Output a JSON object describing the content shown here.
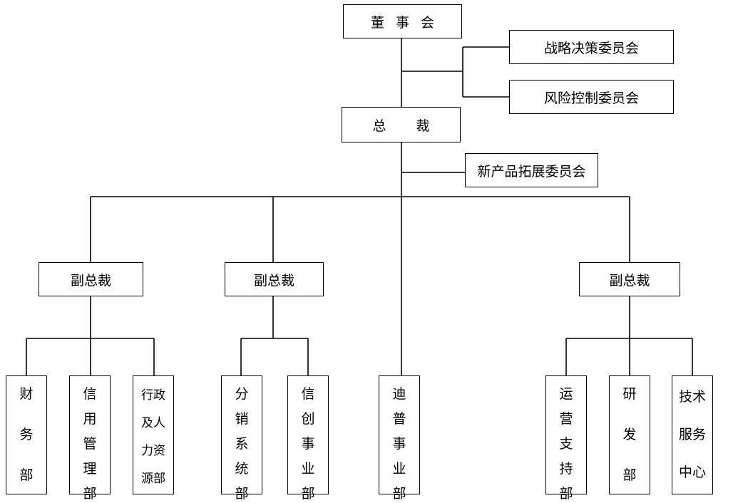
{
  "board": "董事会",
  "committees": {
    "strategy": "战略决策委员会",
    "risk": "风险控制委员会",
    "new_product": "新产品拓展委员会"
  },
  "president": "总裁",
  "vice_presidents": [
    "副总裁",
    "副总裁",
    "副总裁"
  ],
  "departments": [
    [
      "财",
      "务",
      "部"
    ],
    [
      "信",
      "用",
      "管",
      "理",
      "部"
    ],
    [
      "行政",
      "及人",
      "力资",
      "源部"
    ],
    [
      "分",
      "销",
      "系",
      "统",
      "部"
    ],
    [
      "信",
      "创",
      "事",
      "业",
      "部"
    ],
    [
      "迪",
      "普",
      "事",
      "业",
      "部"
    ],
    [
      "运",
      "营",
      "支",
      "持",
      "部"
    ],
    [
      "研",
      "发",
      "部"
    ],
    [
      "技术",
      "服务",
      "中心"
    ]
  ]
}
